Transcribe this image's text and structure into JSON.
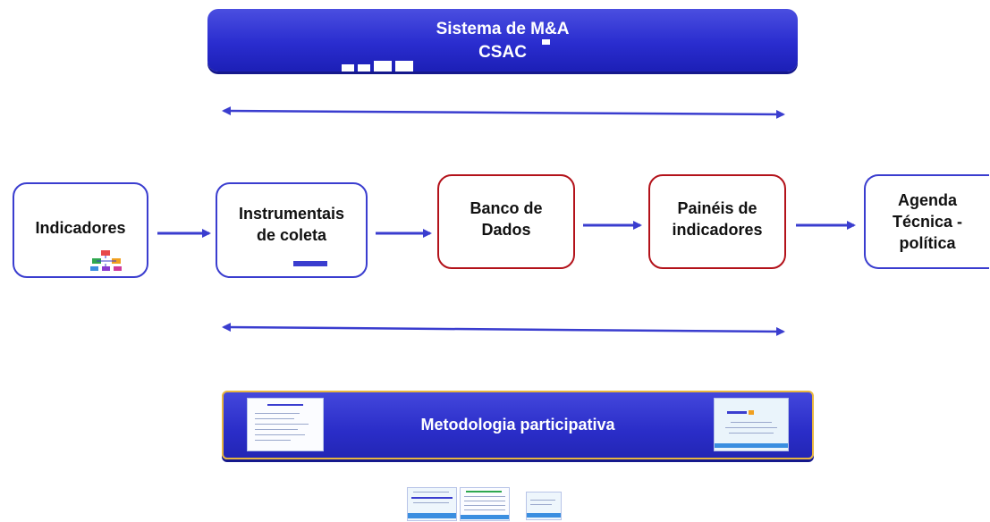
{
  "top_banner": {
    "line1": "Sistema de M&A",
    "line2": "CSAC"
  },
  "boxes": {
    "indicadores": "Indicadores",
    "instrumentais_line1": "Instrumentais",
    "instrumentais_line2": "de coleta",
    "banco_line1": "Banco de",
    "banco_line2": "Dados",
    "paineis_line1": "Painéis de",
    "paineis_line2": "indicadores",
    "agenda_line1": "Agenda",
    "agenda_line2": "Técnica -",
    "agenda_line3": "política"
  },
  "bottom_banner": {
    "label": "Metodologia participativa"
  },
  "colors": {
    "banner_blue": "#2a2dcf",
    "box_blue_border": "#3a3dcf",
    "box_red_border": "#b3121a",
    "arrow": "#3a3dcf",
    "bottom_banner_border": "#e7b640"
  },
  "icons": [
    "hierarchy-diagram-icon",
    "document-thumbnail-icon"
  ]
}
